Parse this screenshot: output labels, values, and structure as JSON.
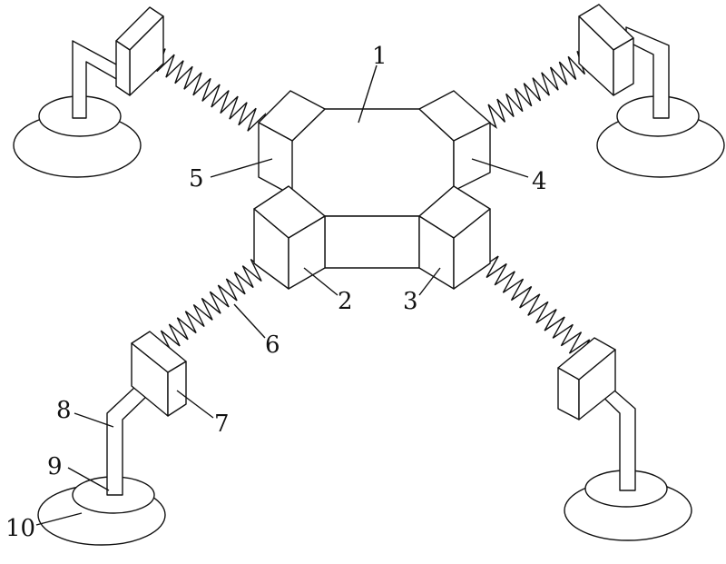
{
  "labels": {
    "l1": "1",
    "l2": "2",
    "l3": "3",
    "l4": "4",
    "l5": "5",
    "l6": "6",
    "l7": "7",
    "l8": "8",
    "l9": "9",
    "l10": "10"
  },
  "colors": {
    "stroke": "#111111",
    "background": "#ffffff"
  }
}
